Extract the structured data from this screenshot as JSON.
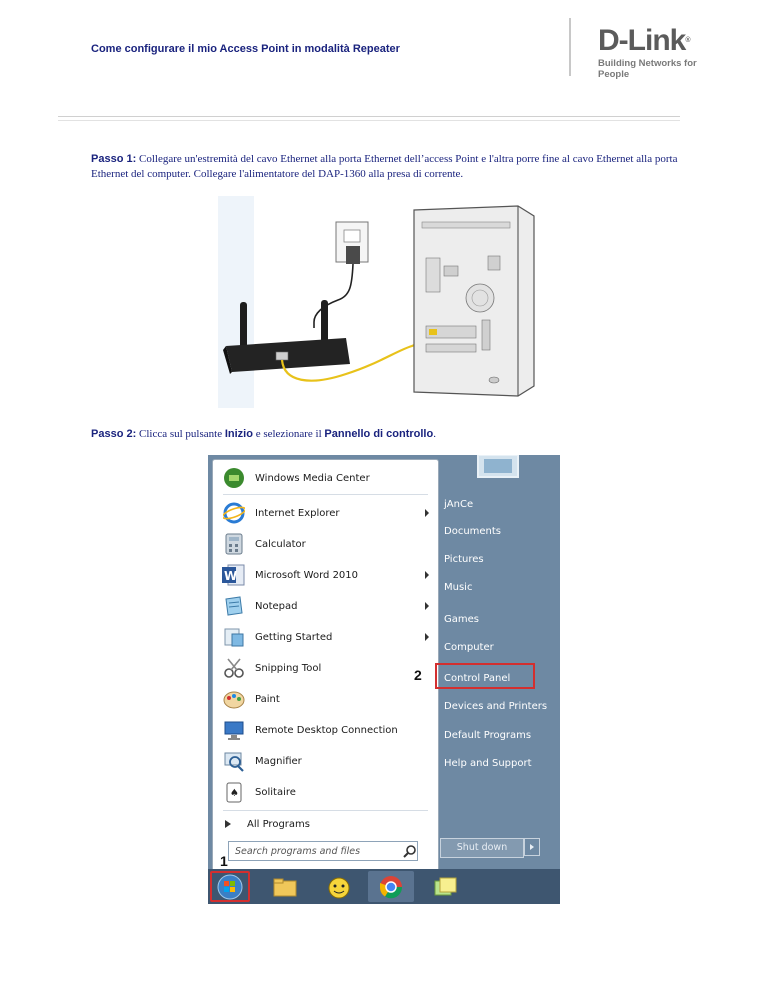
{
  "header": {
    "title": "Come configurare il mio Access Point in modalità Repeater",
    "logo_word": "D-Link",
    "logo_reg": "®",
    "logo_tagline": "Building Networks for People"
  },
  "step1": {
    "label": "Passo 1:",
    "text": " Collegare un'estremità del cavo Ethernet alla porta Ethernet dell’access Point e l'altra porre fine al cavo Ethernet alla porta Ethernet del computer. Collegare l'alimentatore del DAP-1360 alla presa di corrente."
  },
  "step2": {
    "label": "Passo 2:",
    "t1": " Clicca sul pulsante ",
    "k1": "Inizio",
    "t2": " e selezionare il ",
    "k2": "Pannello di controllo",
    "t3": "."
  },
  "start_menu": {
    "programs": [
      {
        "label": "Windows Media Center",
        "icon": "windows-media-center-icon",
        "arrow": false
      },
      {
        "label": "Internet Explorer",
        "icon": "internet-explorer-icon",
        "arrow": true
      },
      {
        "label": "Calculator",
        "icon": "calculator-icon",
        "arrow": false
      },
      {
        "label": "Microsoft Word 2010",
        "icon": "word-icon",
        "arrow": true
      },
      {
        "label": "Notepad",
        "icon": "notepad-icon",
        "arrow": true
      },
      {
        "label": "Getting Started",
        "icon": "getting-started-icon",
        "arrow": true
      },
      {
        "label": "Snipping Tool",
        "icon": "snipping-tool-icon",
        "arrow": false
      },
      {
        "label": "Paint",
        "icon": "paint-icon",
        "arrow": false
      },
      {
        "label": "Remote Desktop Connection",
        "icon": "remote-desktop-icon",
        "arrow": false
      },
      {
        "label": "Magnifier",
        "icon": "magnifier-icon",
        "arrow": false
      },
      {
        "label": "Solitaire",
        "icon": "solitaire-icon",
        "arrow": false
      }
    ],
    "all_programs": "All Programs",
    "search_placeholder": "Search programs and files",
    "right_items": [
      "jAnCe",
      "Documents",
      "Pictures",
      "Music",
      "Games",
      "Computer",
      "Control Panel",
      "Devices and Printers",
      "Default Programs",
      "Help and Support"
    ],
    "shutdown_label": "Shut down",
    "marker_1": "1",
    "marker_2": "2",
    "highlight_color": "#d32f2f"
  }
}
